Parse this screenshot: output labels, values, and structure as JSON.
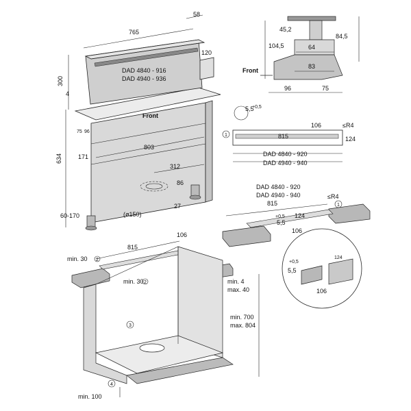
{
  "colors": {
    "cabinet_fill": "#d9d9d9",
    "worktop_fill": "#b8b8b8",
    "panel_fill": "#c9c9c9",
    "ink": "#222222"
  },
  "main_view": {
    "dims": {
      "width_765": "765",
      "depth_58": "58",
      "height_300": "300",
      "offset_120": "120",
      "thickness_4": "4",
      "height_634": "634",
      "v_75": "75",
      "v_96": "96",
      "v_171": "171",
      "width_803": "803",
      "width_312": "312",
      "dim_86": "86",
      "dim_27": "27",
      "dia_150": "(ø150)",
      "feet_60_170": "60-170"
    },
    "model_labels": [
      "DAD 4840 - 916",
      "DAD 4940 - 936"
    ],
    "front_label": "Front"
  },
  "top_right_view": {
    "dims": {
      "d_45_2": "45,2",
      "d_84_5": "84,5",
      "d_104_5": "104,5",
      "d_64": "64",
      "d_83": "83",
      "d_96": "96",
      "d_75": "75"
    },
    "front_label": "Front"
  },
  "cutout_plan": {
    "dims": {
      "d_5_5": "5,5",
      "tol_0_5": "+0,5",
      "tol_0": "0",
      "d_106": "106",
      "r4": "≤R4",
      "d_815": "815",
      "d_124": "124"
    },
    "models": [
      "DAD 4840 - 920",
      "DAD 4940 - 940"
    ],
    "marker": "1"
  },
  "worktop_detail": {
    "models": [
      "DAD 4840 - 920",
      "DAD 4940 - 940"
    ],
    "dims": {
      "r4": "≤R4",
      "d_815": "815",
      "tol_0_5": "+0,5",
      "tol_0": "0",
      "d_5_5": "5,5",
      "d_124": "124",
      "d_106": "106"
    },
    "marker": "1"
  },
  "zoom_detail": {
    "dims": {
      "tol_0_5": "+0,5",
      "tol_0": "0",
      "d_5_5": "5,5",
      "d_124": "124",
      "d_106": "106"
    }
  },
  "cabinet_view": {
    "dims": {
      "d_815": "815",
      "d_106": "106",
      "min_30_a": "min. 30",
      "min_30_b": "min. 30",
      "min_4": "min. 4",
      "max_40": "max. 40",
      "min_700": "min. 700",
      "max_804": "max. 804",
      "min_100": "min. 100"
    },
    "markers": {
      "m2a": "2",
      "m2b": "2",
      "m3": "3",
      "m4": "4"
    }
  }
}
